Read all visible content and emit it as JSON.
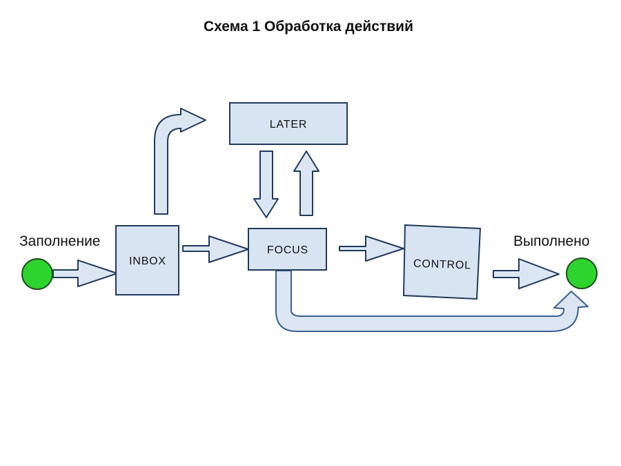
{
  "title": "Схема 1 Обработка действий",
  "diagram": {
    "nodes": {
      "later": {
        "label": "LATER"
      },
      "inbox": {
        "label": "INBOX"
      },
      "focus": {
        "label": "FOCUS"
      },
      "control": {
        "label": "CONTROL"
      }
    },
    "endpoints": {
      "start": {
        "label": "Заполнение"
      },
      "end": {
        "label": "Выполнено"
      }
    },
    "edges": [
      {
        "from": "start",
        "to": "inbox",
        "style": "block-arrow"
      },
      {
        "from": "inbox",
        "to": "later",
        "style": "bent-arrow-up"
      },
      {
        "from": "inbox",
        "to": "focus",
        "style": "block-arrow"
      },
      {
        "from": "later",
        "to": "focus",
        "style": "down-arrow"
      },
      {
        "from": "focus",
        "to": "later",
        "style": "up-arrow"
      },
      {
        "from": "focus",
        "to": "control",
        "style": "block-arrow"
      },
      {
        "from": "control",
        "to": "end",
        "style": "block-arrow"
      },
      {
        "from": "focus",
        "to": "end",
        "style": "u-curve-arrow"
      }
    ]
  },
  "colors": {
    "background": "#ffffff",
    "box_fill": "#d8e4f1",
    "box_stroke": "#1f3a5c",
    "arrow_fill": "#dce6f3",
    "arrow_stroke": "#203a5c",
    "curve_arrow_stroke": "#3a5f8f",
    "circle_fill": "#2dd42d",
    "circle_stroke": "#1f4d1f",
    "text_color": "#111111"
  }
}
